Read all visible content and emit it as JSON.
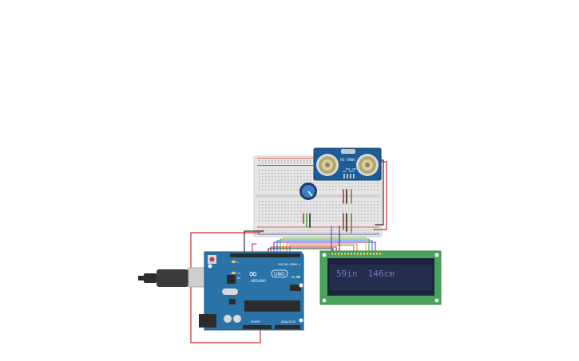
{
  "colors": {
    "arduino_board": "#2a73a8",
    "breadboard": "#e6e6e6",
    "lcd_board": "#4aa35a",
    "lcd_screen": "#252d4f",
    "lcd_text": "#6f7ab8",
    "sensor_board": "#1d5c96",
    "wire_red": "#d12a2a",
    "wire_black": "#333333"
  },
  "sensor": {
    "model_label": "HC-SR04",
    "pin_labels": [
      "VCC",
      "TRIG",
      "ECHO",
      "GND"
    ]
  },
  "arduino": {
    "logo_text": "∞",
    "brand_text": "ARDUINO",
    "model_text": "UNO",
    "on_label": "ON",
    "digital_label": "DIGITAL (PWM~)",
    "power_label": "POWER",
    "analog_label": "ANALOG IN",
    "tx_label": "TX",
    "rx_label": "RX",
    "l_label": "L"
  },
  "lcd": {
    "line1": "59in  146cm"
  },
  "potentiometer": {
    "icon": "knob-icon"
  },
  "usb": {
    "icon": "usb-plug-icon"
  }
}
